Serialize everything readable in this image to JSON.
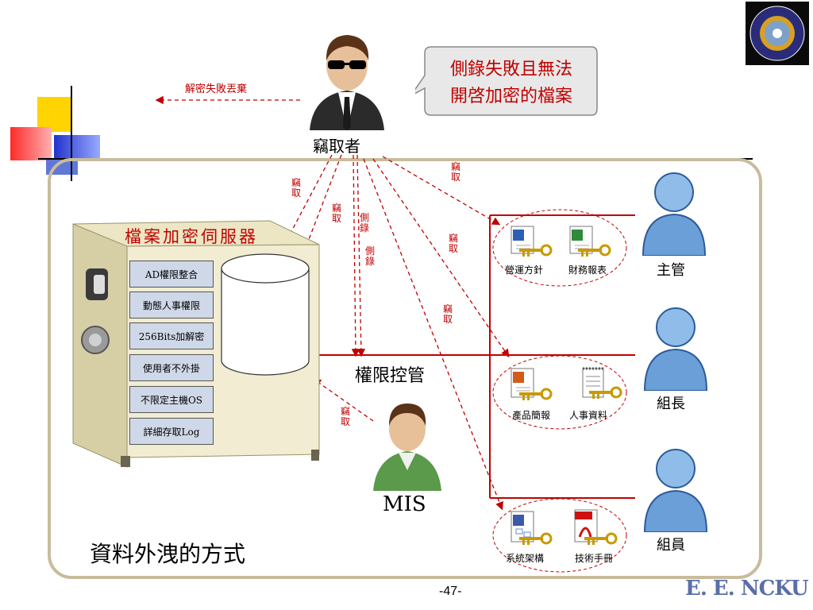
{
  "speech_bubble": {
    "line1": "側錄失敗且無法",
    "line2": "開啓加密的檔案"
  },
  "attacker_label": "竊取者",
  "discard_label": "解密失敗丟棄",
  "steal_label": "竊取",
  "sniff_label": "側錄",
  "server": {
    "title": "檔案加密伺服器",
    "features": [
      "AD權限整合",
      "動態人事權限",
      "256Bits加解密",
      "使用者不外掛",
      "不限定主機OS",
      "詳細存取Log"
    ]
  },
  "access_control_label": "權限控管",
  "mis_label": "MIS",
  "roles": {
    "manager": "主管",
    "leader": "組長",
    "member": "組員"
  },
  "documents": {
    "manager": [
      "營運方針",
      "財務報表"
    ],
    "leader": [
      "產品簡報",
      "人事資料"
    ],
    "member": [
      "系統架構",
      "技術手冊"
    ]
  },
  "footer": {
    "title": "資料外洩的方式",
    "page": "-47-",
    "brand": "E. E. NCKU"
  },
  "colors": {
    "accent_red": "#c00000",
    "frame": "#c8bc9c",
    "person_blue": "#6a9fd8"
  }
}
